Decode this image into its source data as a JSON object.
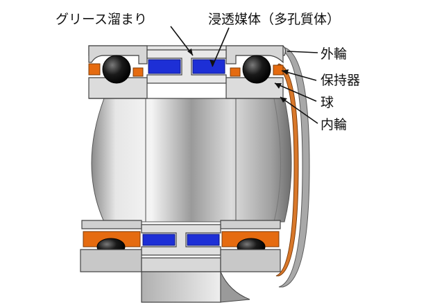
{
  "labels": {
    "grease_reservoir": "グリース溜まり",
    "porous_medium": "浸透媒体（多孔質体）",
    "outer_ring": "外輪",
    "cage": "保持器",
    "ball": "球",
    "inner_ring": "内輪"
  },
  "colors": {
    "porous_medium": "#1d2fd6",
    "cage": "#e56b10",
    "ball": "#111111",
    "ring_metal": "#c8c8c8"
  }
}
